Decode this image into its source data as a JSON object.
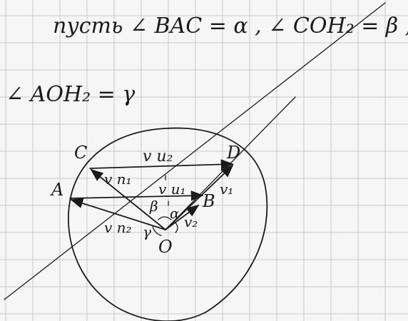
{
  "heading": {
    "line1": "пусть ∠ BAC = α ,  ∠ COH₂ = β ,",
    "line2": "∠ AOH₂ = γ"
  },
  "points": {
    "A": "A",
    "B": "B",
    "C": "C",
    "D": "D",
    "O": "O"
  },
  "vectors": {
    "u2": "v u₂",
    "u1": "v u₁",
    "n1": "v n₁",
    "n2": "v n₂",
    "v1": "v₁",
    "v2": "v₂"
  },
  "angles": {
    "alpha": "α",
    "beta": "β",
    "gamma": "γ"
  },
  "colors": {
    "ink": "#1a1a1a",
    "grid": "#c9c9c9",
    "paper": "#f6f6f6"
  }
}
